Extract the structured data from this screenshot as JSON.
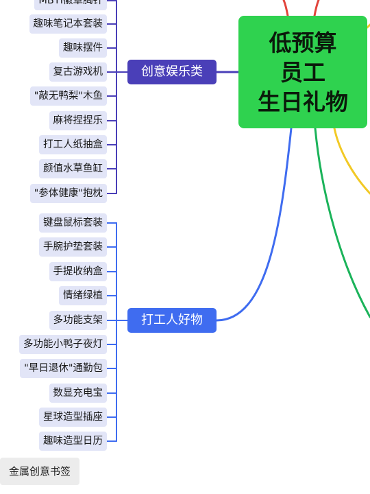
{
  "root": {
    "lines": [
      "低预算",
      "员工",
      "生日礼物"
    ]
  },
  "branches": [
    {
      "label": "创意娱乐类",
      "color": "#4a3fb8",
      "items": [
        "MBTI徽章胸针",
        "趣味笔记本套装",
        "趣味摆件",
        "复古游戏机",
        "\"敲无鸭梨\"木鱼",
        "麻将捏捏乐",
        "打工人纸抽盒",
        "颜值水草鱼缸",
        "\"参体健康\"抱枕"
      ]
    },
    {
      "label": "打工人好物",
      "color": "#3f6cf0",
      "items": [
        "键盘鼠标套装",
        "手腕护垫套装",
        "手提收纳盒",
        "情绪绿植",
        "多功能支架",
        "多功能小鸭子夜灯",
        "\"早日退休\"通勤包",
        "数显充电宝",
        "星球造型插座",
        "趣味造型日历"
      ]
    }
  ],
  "extra_item": "金属创意书签",
  "other_branch_colors": [
    "#e2443b",
    "#f2c925",
    "#1bb35a"
  ]
}
